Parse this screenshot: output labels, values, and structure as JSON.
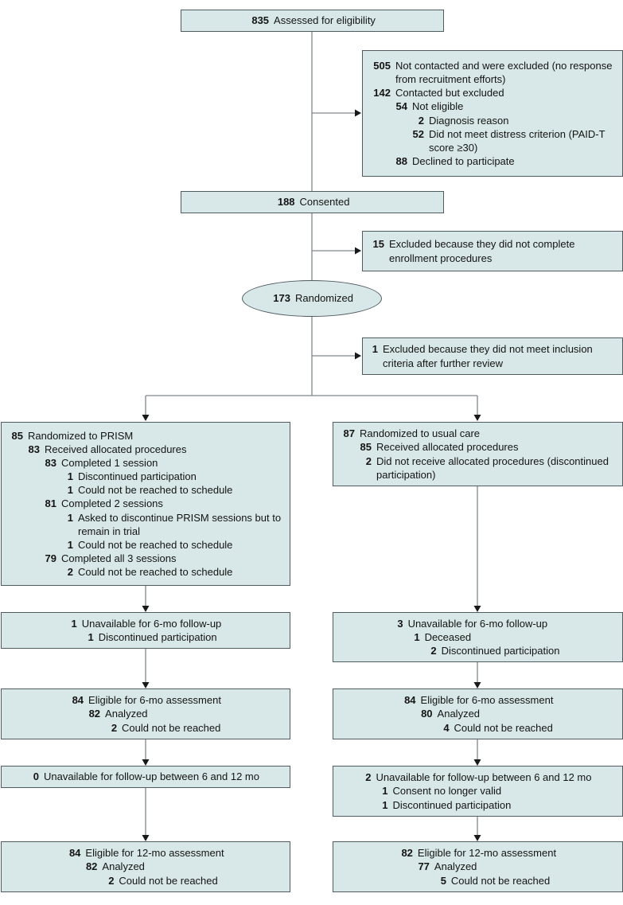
{
  "palette": {
    "box_fill": "#d8e7e8",
    "box_border": "#4f5a61",
    "connector_line": "#7f878c",
    "arrowhead": "#17191a",
    "text": "#141414"
  },
  "boxes": {
    "assessed": {
      "lines": [
        {
          "num": "835",
          "text": "Assessed for eligibility"
        }
      ]
    },
    "excluded_recruitment": {
      "lines": [
        {
          "num": "505",
          "text": "Not contacted and were excluded (no response from recruitment efforts)"
        },
        {
          "num": "142",
          "text": "Contacted but excluded"
        },
        {
          "num": "54",
          "text": "Not eligible"
        },
        {
          "num": "2",
          "text": "Diagnosis reason"
        },
        {
          "num": "52",
          "text": "Did not meet distress criterion (PAID-T score ≥30)"
        },
        {
          "num": "88",
          "text": "Declined to participate"
        }
      ]
    },
    "consented": {
      "lines": [
        {
          "num": "188",
          "text": "Consented"
        }
      ]
    },
    "excluded_enrollment": {
      "lines": [
        {
          "num": "15",
          "text": "Excluded because they did not complete enrollment procedures"
        }
      ]
    },
    "randomized": {
      "lines": [
        {
          "num": "173",
          "text": "Randomized"
        }
      ]
    },
    "excluded_inclusion": {
      "lines": [
        {
          "num": "1",
          "text": "Excluded because they did not meet inclusion criteria after further review"
        }
      ]
    },
    "prism_allocated": {
      "lines": [
        {
          "num": "85",
          "text": "Randomized to PRISM"
        },
        {
          "num": "83",
          "text": "Received allocated procedures"
        },
        {
          "num": "83",
          "text": "Completed 1 session"
        },
        {
          "num": "1",
          "text": "Discontinued participation"
        },
        {
          "num": "1",
          "text": "Could not be reached to schedule"
        },
        {
          "num": "81",
          "text": "Completed 2 sessions"
        },
        {
          "num": "1",
          "text": "Asked to discontinue PRISM sessions but to remain in trial"
        },
        {
          "num": "1",
          "text": "Could not be reached to schedule"
        },
        {
          "num": "79",
          "text": "Completed all 3 sessions"
        },
        {
          "num": "2",
          "text": "Could not be reached to schedule"
        }
      ]
    },
    "usual_care_allocated": {
      "lines": [
        {
          "num": "87",
          "text": "Randomized to usual care"
        },
        {
          "num": "85",
          "text": "Received allocated procedures"
        },
        {
          "num": "2",
          "text": "Did not receive allocated procedures (discontinued participation)"
        }
      ]
    },
    "prism_6mo_unavailable": {
      "lines": [
        {
          "num": "1",
          "text": "Unavailable for 6-mo follow-up"
        },
        {
          "num": "1",
          "text": "Discontinued participation"
        }
      ]
    },
    "usual_6mo_unavailable": {
      "lines": [
        {
          "num": "3",
          "text": "Unavailable for 6-mo follow-up"
        },
        {
          "num": "1",
          "text": "Deceased"
        },
        {
          "num": "2",
          "text": "Discontinued participation"
        }
      ]
    },
    "prism_6mo_assessment": {
      "lines": [
        {
          "num": "84",
          "text": "Eligible for 6-mo assessment"
        },
        {
          "num": "82",
          "text": "Analyzed"
        },
        {
          "num": "2",
          "text": "Could not be reached"
        }
      ]
    },
    "usual_6mo_assessment": {
      "lines": [
        {
          "num": "84",
          "text": "Eligible for 6-mo assessment"
        },
        {
          "num": "80",
          "text": "Analyzed"
        },
        {
          "num": "4",
          "text": "Could not be reached"
        }
      ]
    },
    "prism_6_12_unavailable": {
      "lines": [
        {
          "num": "0",
          "text": "Unavailable for follow-up between 6 and 12 mo"
        }
      ]
    },
    "usual_6_12_unavailable": {
      "lines": [
        {
          "num": "2",
          "text": "Unavailable for follow-up between 6 and 12 mo"
        },
        {
          "num": "1",
          "text": "Consent no longer valid"
        },
        {
          "num": "1",
          "text": "Discontinued participation"
        }
      ]
    },
    "prism_12mo_assessment": {
      "lines": [
        {
          "num": "84",
          "text": "Eligible for 12-mo assessment"
        },
        {
          "num": "82",
          "text": "Analyzed"
        },
        {
          "num": "2",
          "text": "Could not be reached"
        }
      ]
    },
    "usual_12mo_assessment": {
      "lines": [
        {
          "num": "82",
          "text": "Eligible for 12-mo assessment"
        },
        {
          "num": "77",
          "text": "Analyzed"
        },
        {
          "num": "5",
          "text": "Could not be reached"
        }
      ]
    }
  }
}
